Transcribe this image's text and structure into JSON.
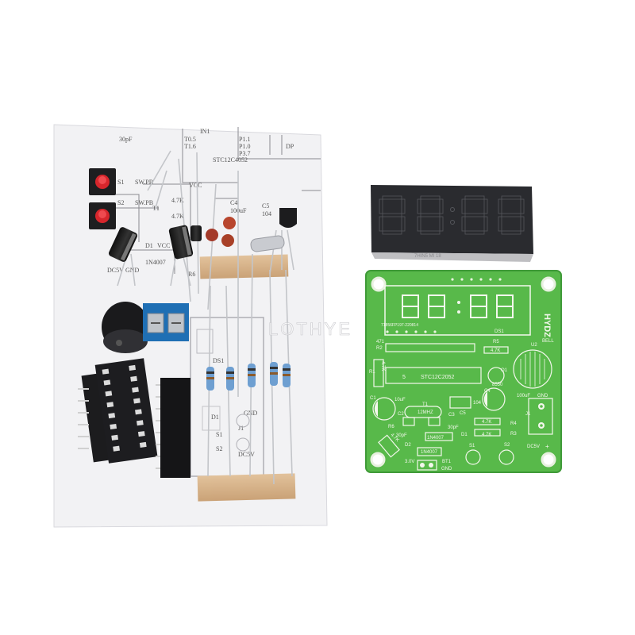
{
  "watermark": "LOTHYE",
  "schematic": {
    "labels": [
      "30pF",
      "T0.5",
      "T1.6",
      "IN1",
      "P1.1",
      "P1.0",
      "P3.7",
      "DP",
      "STC12C4052",
      "S1",
      "SW.PB",
      "S2",
      "SW.PB",
      "T1",
      "VCC",
      "4.7K",
      "4.7K",
      "C4",
      "100uF",
      "C5",
      "104",
      "D1",
      "VCC",
      "1N4007",
      "DC5V",
      "GND",
      "R6",
      "DS1",
      "D1",
      "GND",
      "J1",
      "DC5V",
      "S2",
      "S1"
    ]
  },
  "display": {
    "digits": [
      "8",
      "8",
      "8",
      "8"
    ],
    "print": "7HIN5 MI 18"
  },
  "pcb": {
    "labels": {
      "brand": "HYDZ",
      "id": "71856FP197-220814",
      "ds1": "DS1",
      "u2": "U2",
      "bell": "BELL",
      "r2": "R2",
      "r2v": "471",
      "r5": "R5",
      "r5v": "4.7K",
      "r1": "R1",
      "r1v": "4.7K",
      "mcu": "STC12C2052",
      "u1": "5",
      "q1": "Q1",
      "q1v": "8550",
      "c1": "C1",
      "c1v": "10uF",
      "c4": "C4",
      "c4v": "100uF",
      "gnd": "GND",
      "t1": "T1",
      "t1v": "12MHZ",
      "c2": "C2",
      "c3": "C3",
      "c3v": "30pF",
      "c5": "C5",
      "c5v": "104",
      "r4": "R4",
      "r4v": "4.7K",
      "d1": "D1",
      "r3": "R3",
      "r3v": "4.7K",
      "r6": "R6",
      "r6v": "4.7K",
      "c2v": "30pF",
      "d2": "D2",
      "d2v": "1N4007",
      "d3v": "1N4007",
      "j1": "J1",
      "dc": "DC5V",
      "plus": "+",
      "bt1v": "3.0V",
      "bt1": "BT1",
      "gnd2": "GND",
      "s1": "S1",
      "s2": "S2"
    }
  },
  "colors": {
    "pcb": "#58b94a",
    "pcb_edge": "#3f9a38",
    "silk": "#f3f7ec",
    "display": "#2a2b2f",
    "segment": "#3a3c40",
    "paper": "#f1f1f3",
    "tape": "#d8b48a",
    "button": "#d7262c",
    "terminal": "#1f6fb4",
    "resistor": "#6e9fd1"
  }
}
